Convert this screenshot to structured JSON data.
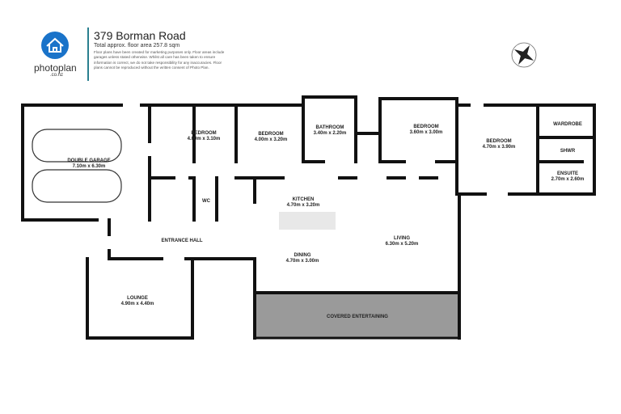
{
  "header": {
    "title": "379 Borman Road",
    "subtitle": "Total approx. floor area 257.8 sqm",
    "disclaimer": "Floor plans have been created for marketing purposes only. Floor areas include garages unless stated otherwise. Whilst all care has been taken to ensure information is correct, we do not take responsibility for any inaccuracies. Floor plans cannot be reproduced without the written consent of Photo Plan.",
    "logo_text": "photoplan",
    "logo_sub": ".co.nz",
    "logo_color": "#1a73c9",
    "accent_color": "#2a7f8f"
  },
  "compass": {
    "icon": "compass-north-icon"
  },
  "rooms": [
    {
      "name": "DOUBLE GARAGE",
      "size": "7.10m  x 6.30m"
    },
    {
      "name": "BEDROOM",
      "size": "4.00m  x 3.10m"
    },
    {
      "name": "BEDROOM",
      "size": "4.00m  x 3.20m"
    },
    {
      "name": "BATHROOM",
      "size": "3.40m  x 2.20m"
    },
    {
      "name": "BEDROOM",
      "size": "3.60m  x 3.00m"
    },
    {
      "name": "BEDROOM",
      "size": "4.70m  x 3.90m"
    },
    {
      "name": "WARDROBE",
      "size": ""
    },
    {
      "name": "SHWR",
      "size": ""
    },
    {
      "name": "ENSUITE",
      "size": "2.70m  x 2.60m"
    },
    {
      "name": "WC",
      "size": ""
    },
    {
      "name": "KITCHEN",
      "size": "4.70m  x 3.20m"
    },
    {
      "name": "ENTRANCE HALL",
      "size": ""
    },
    {
      "name": "LIVING",
      "size": "6.30m  x 5.20m"
    },
    {
      "name": "DINING",
      "size": "4.70m  x 3.00m"
    },
    {
      "name": "LOUNGE",
      "size": "4.90m  x 4.40m"
    },
    {
      "name": "COVERED ENTERTAINING",
      "size": ""
    }
  ]
}
